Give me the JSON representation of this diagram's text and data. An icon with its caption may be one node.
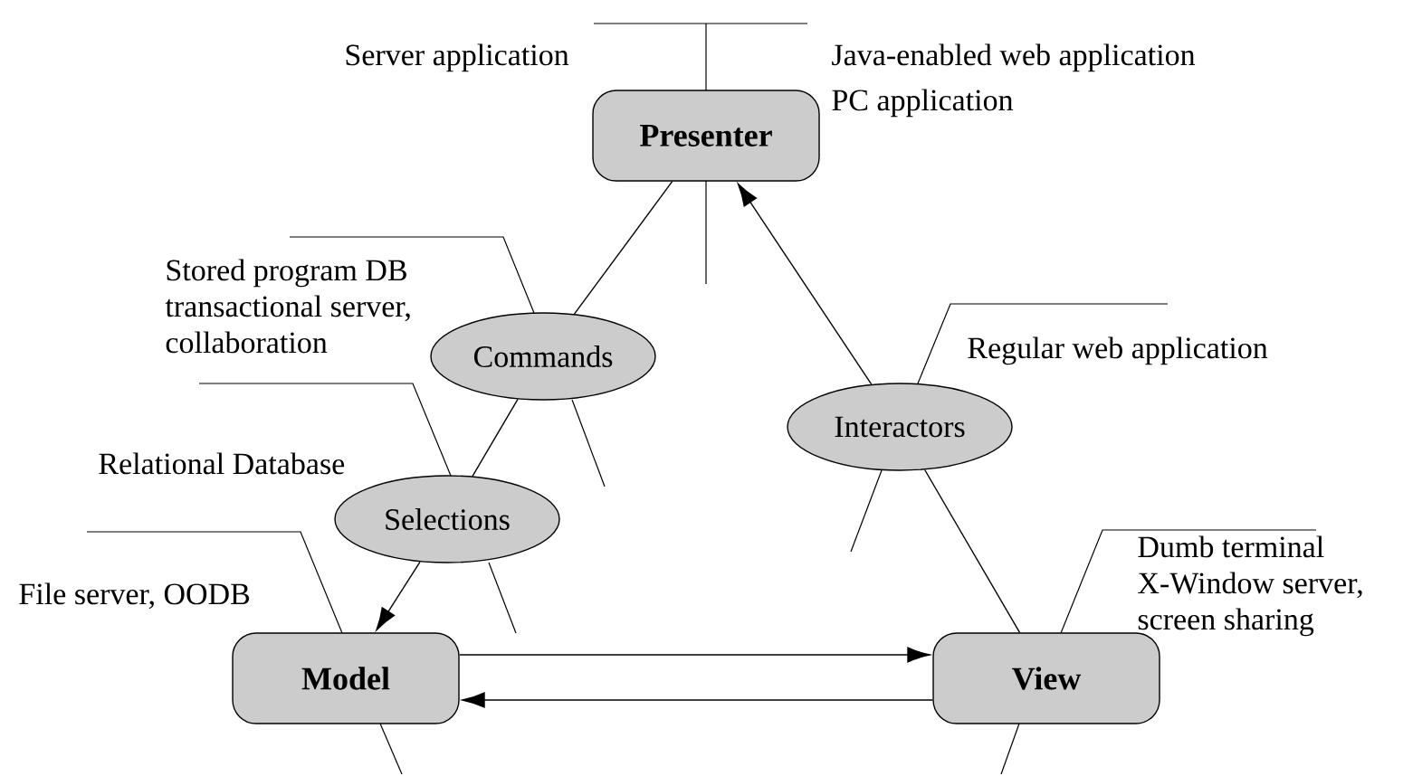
{
  "diagram": {
    "nodes": [
      {
        "text": [
          "Presenter"
        ]
      },
      {
        "text": [
          "Commands"
        ]
      },
      {
        "text": [
          "Interactors"
        ]
      },
      {
        "text": [
          "Selections"
        ]
      },
      {
        "text": [
          "Model"
        ]
      },
      {
        "text": [
          "View"
        ]
      }
    ],
    "edges": [
      {
        "from": 0,
        "to": 1,
        "arrow": "none"
      },
      {
        "from": 1,
        "to": 3,
        "arrow": "none"
      },
      {
        "from": 3,
        "to": 4,
        "arrow": "to"
      },
      {
        "from": 4,
        "to": 5,
        "arrow": "to"
      },
      {
        "from": 5,
        "to": 4,
        "arrow": "to"
      },
      {
        "from": 5,
        "to": 2,
        "arrow": "none"
      },
      {
        "from": 2,
        "to": 0,
        "arrow": "to"
      }
    ],
    "labels": [
      "Server application",
      "Java-enabled web application",
      "PC application",
      "Stored program DB transactional server, collaboration",
      "Regular web application",
      "Relational Database",
      "Dumb terminal X-Window server, screen sharing",
      "File server, OODB"
    ]
  }
}
